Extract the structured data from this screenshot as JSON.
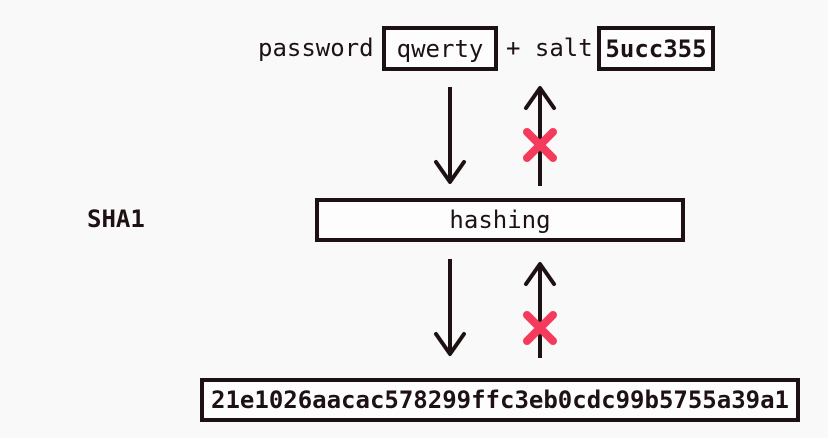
{
  "diagram": {
    "algorithm_label": "SHA1",
    "input": {
      "password_label": "password",
      "password_value": "qwerty",
      "salt_label": "+ salt",
      "salt_value": "5ucc355"
    },
    "process": {
      "hashing_label": "hashing"
    },
    "output": {
      "hash_value": "21e1026aacac578299ffc3eb0cdc99b5755a39a1"
    }
  },
  "colors": {
    "ink": "#1d1113",
    "blocked_x": "#f43b5c",
    "background": "#f9f9f9",
    "box_fill": "#fdfdfd"
  }
}
